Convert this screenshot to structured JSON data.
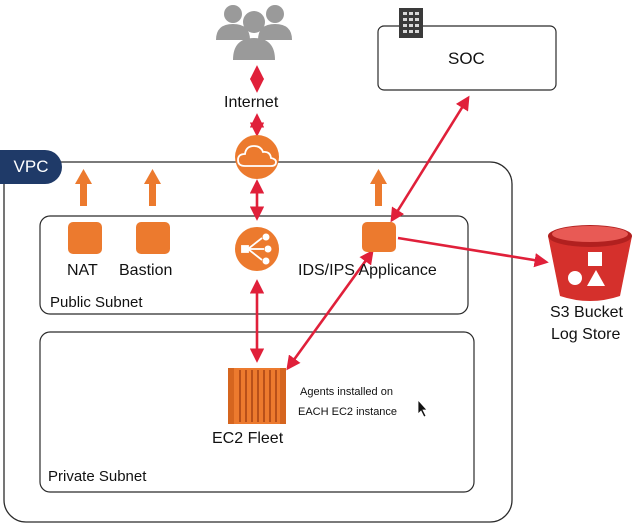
{
  "nodes": {
    "internet": "Internet",
    "soc": "SOC",
    "vpc": "VPC",
    "nat": "NAT",
    "bastion": "Bastion",
    "ids": "IDS/IPS Applicance",
    "public_subnet": "Public Subnet",
    "private_subnet": "Private Subnet",
    "ec2": "EC2 Fleet",
    "s3_line1": "S3 Bucket",
    "s3_line2": "Log Store",
    "agents_line1": "Agents installed on",
    "agents_line2": "EACH EC2 instance"
  },
  "colors": {
    "arrow": "#e0203a",
    "aws_orange": "#ec7a2e",
    "s3_red": "#d5302c",
    "users_gray": "#9a9a9a",
    "vpc_blue": "#1f3a68"
  },
  "icons": [
    "users-icon",
    "building-icon",
    "cloud-gateway-icon",
    "load-balancer-icon",
    "ec2-icon",
    "s3-bucket-icon",
    "cursor-icon"
  ]
}
